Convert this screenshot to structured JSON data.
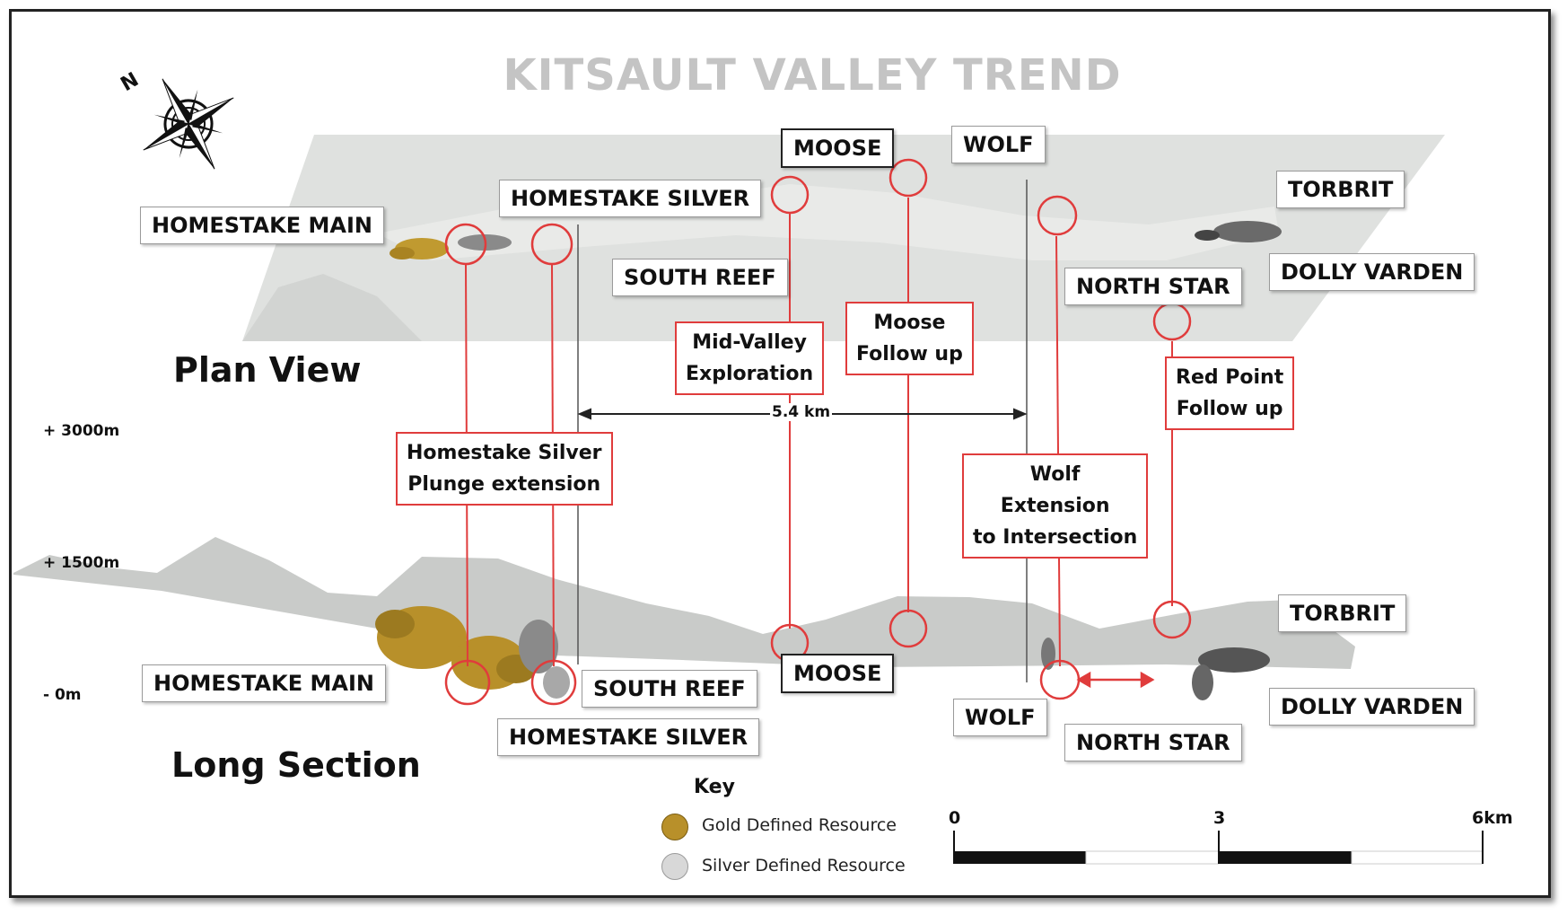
{
  "title": "KITSAULT VALLEY TREND",
  "views": {
    "plan": "Plan View",
    "section": "Long Section"
  },
  "elevations": [
    "+ 3000m",
    "+ 1500m",
    "- 0m"
  ],
  "plan_labels": {
    "homestake_main": "HOMESTAKE MAIN",
    "homestake_silver": "HOMESTAKE SILVER",
    "south_reef": "SOUTH REEF",
    "moose": "MOOSE",
    "wolf": "WOLF",
    "torbrit": "TORBRIT",
    "dolly_varden": "DOLLY VARDEN",
    "north_star": "NORTH STAR"
  },
  "section_labels": {
    "homestake_main": "HOMESTAKE MAIN",
    "south_reef": "SOUTH REEF",
    "homestake_silver": "HOMESTAKE SILVER",
    "moose": "MOOSE",
    "torbrit": "TORBRIT",
    "wolf": "WOLF",
    "north_star": "NORTH STAR",
    "dolly_varden": "DOLLY VARDEN"
  },
  "targets": {
    "mid_valley": [
      "Mid-Valley",
      "Exploration"
    ],
    "moose_follow": [
      "Moose",
      "Follow up"
    ],
    "red_point": [
      "Red Point",
      "Follow up"
    ],
    "homestake_silver_plunge": [
      "Homestake Silver",
      "Plunge extension"
    ],
    "wolf_extension": [
      "Wolf",
      "Extension",
      "to Intersection"
    ]
  },
  "distance": "5.4 km",
  "compass": "N",
  "key": {
    "title": "Key",
    "items": [
      {
        "label": "Gold Defined Resource",
        "color": "#b8902a"
      },
      {
        "label": "Silver Defined Resource",
        "color": "#d8d8d8"
      }
    ]
  },
  "scale_bar": {
    "ticks": [
      "0",
      "3",
      "6km"
    ]
  },
  "colors": {
    "target_red": "#e03c3c",
    "terrain": "#c9cbc9",
    "gold": "#b8902a",
    "title_gray": "#c4c4c4"
  }
}
